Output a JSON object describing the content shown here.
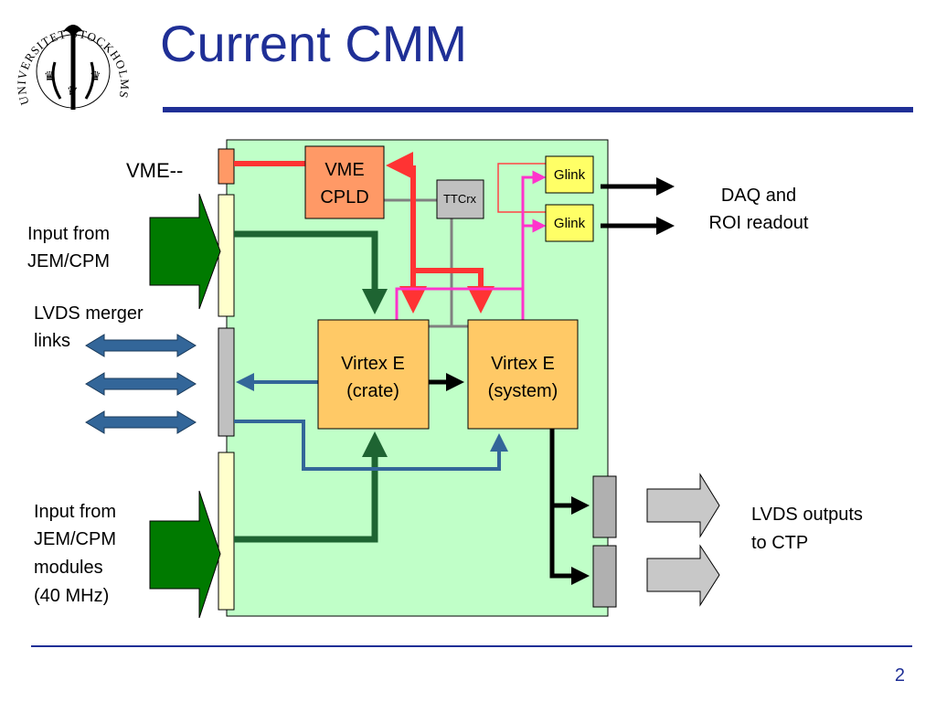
{
  "slide": {
    "title": "Current CMM",
    "page_number": "2",
    "logo_text": "UNIVERSITET STOCKHOLMS"
  },
  "labels": {
    "vme": "VME--",
    "input_top": [
      "Input from",
      "JEM/CPM"
    ],
    "lvds_merger": [
      "LVDS merger",
      "links"
    ],
    "input_bottom": [
      "Input from",
      "JEM/CPM",
      "modules",
      "(40 MHz)"
    ],
    "daq": [
      "DAQ and",
      "ROI readout"
    ],
    "lvds_out": [
      "LVDS outputs",
      "to CTP"
    ]
  },
  "blocks": {
    "vme_cpld": [
      "VME",
      "CPLD"
    ],
    "ttcrx": "TTCrx",
    "glink_1": "Glink",
    "glink_2": "Glink",
    "virtex_crate": [
      "Virtex E",
      "(crate)"
    ],
    "virtex_system": [
      "Virtex E",
      "(system)"
    ]
  },
  "colors": {
    "title": "#1f2f96",
    "board": "#c0ffc8",
    "cpld": "#ff9966",
    "virtex": "#ffc966",
    "glink": "#ffff66",
    "ttcrx": "#c0c0c0",
    "red_bus": "#ff3333",
    "magenta_bus": "#ff33cc",
    "dark_green": "#1e6432",
    "blue_bus": "#336699",
    "arrow_green": "#007a00",
    "arrow_blue": "#336699"
  }
}
